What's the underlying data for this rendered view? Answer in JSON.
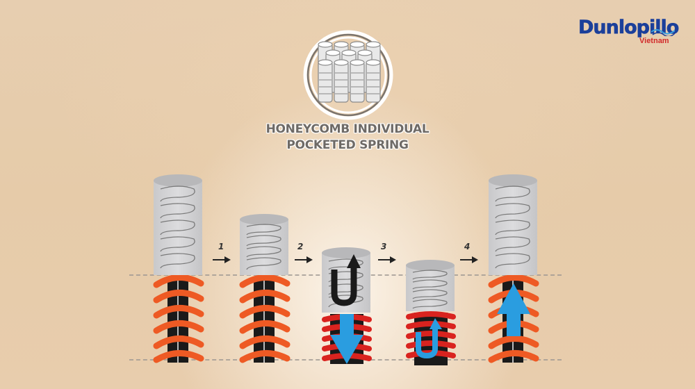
{
  "brand": {
    "name": "Dunlopillo",
    "region": "Vietnam",
    "colors": {
      "name": "#1b3f9a",
      "region": "#d22a2a"
    }
  },
  "emblem": {
    "icon": "honeycomb-pocket-springs-icon",
    "title_line1": "HONEYCOMB INDIVIDUAL",
    "title_line2": "POCKETED SPRING"
  },
  "diagram": {
    "background": "#e7ceb0",
    "guide_lines": [
      "top-reference-dashed-line",
      "bottom-reference-dashed-line"
    ],
    "steps": [
      {
        "label": "1"
      },
      {
        "label": "2"
      },
      {
        "label": "3"
      },
      {
        "label": "4"
      }
    ],
    "units": [
      {
        "id": "initial",
        "pocket_spring": "extended",
        "coil_spring": "orange-extended",
        "arrow": "none"
      },
      {
        "id": "compressed",
        "pocket_spring": "compressed",
        "coil_spring": "orange-extended",
        "arrow": "none"
      },
      {
        "id": "rebound-pocket",
        "pocket_spring": "compressed",
        "coil_spring": "red-compressed",
        "arrow": "black-u-turn-up, blue-down"
      },
      {
        "id": "rebound-coil",
        "pocket_spring": "compressed",
        "coil_spring": "red-compressed",
        "arrow": "blue-u-turn-up"
      },
      {
        "id": "restored",
        "pocket_spring": "extended",
        "coil_spring": "orange-extended",
        "arrow": "blue-up"
      }
    ],
    "colors": {
      "pocket": "#d4d4d6",
      "coil_orange": "#ee5a24",
      "coil_red": "#d9231f",
      "arrow_blue": "#2a9de0",
      "arrow_black": "#1a1a1a"
    }
  }
}
